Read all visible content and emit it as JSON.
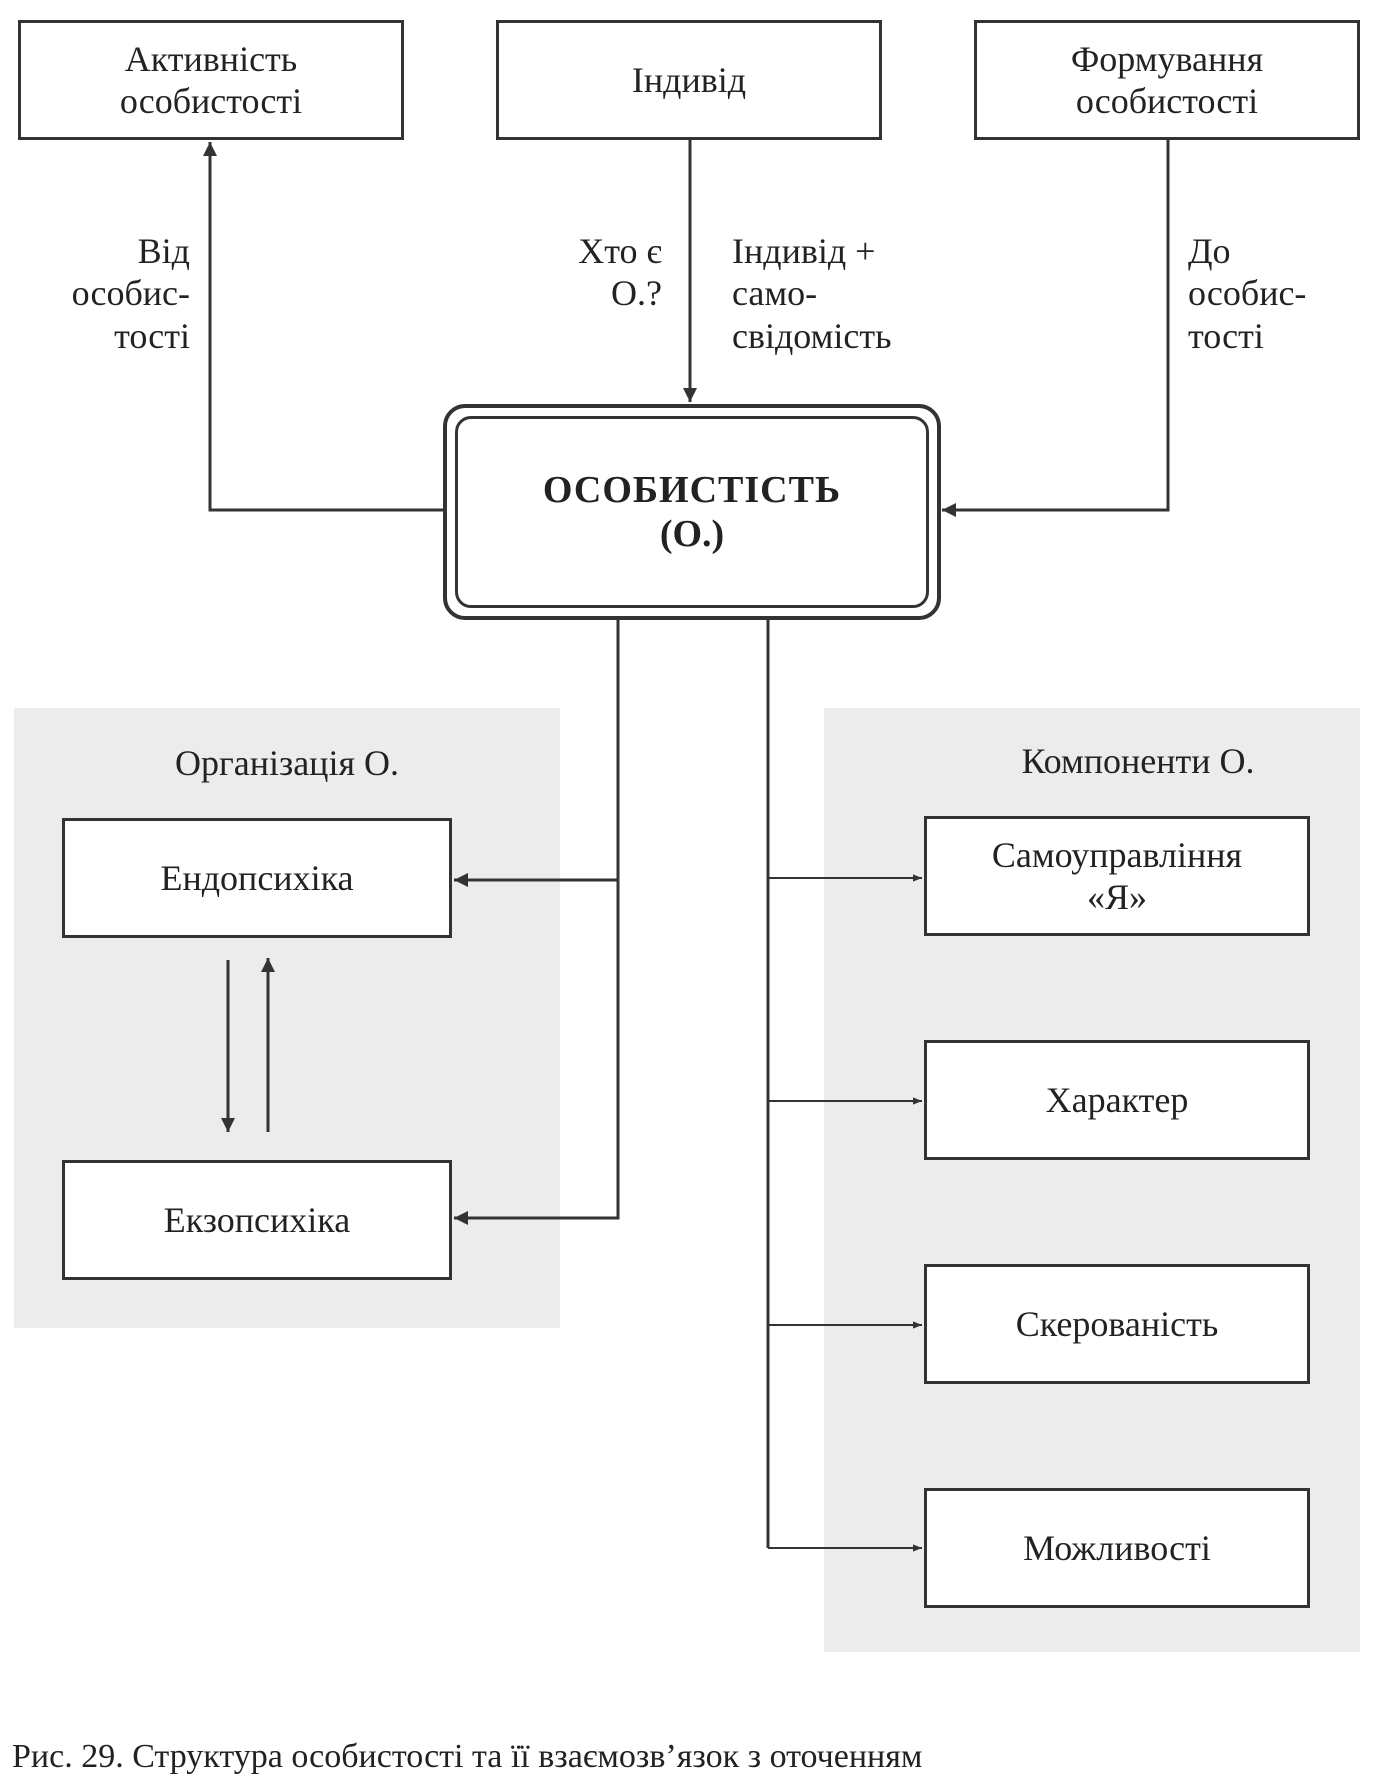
{
  "top_boxes": {
    "activity": "Активність\nособистості",
    "individual": "Індивід",
    "formation": "Формування\nособистості"
  },
  "edge_labels": {
    "from_personality": "Від\nособис-\nтості",
    "who_is": "Хто є\nО.?",
    "individual_plus": "Індивід +\nсамо-\nсвідомість",
    "to_personality": "До\nособис-\nтості"
  },
  "center": {
    "title": "ОСОБИСТІСТЬ",
    "subtitle": "(О.)"
  },
  "organization": {
    "title": "Організація О.",
    "items": [
      "Ендопсихіка",
      "Екзопсихіка"
    ]
  },
  "components": {
    "title": "Компоненти О.",
    "items": [
      "Самоуправління\n«Я»",
      "Характер",
      "Скерованість",
      "Можливості"
    ]
  },
  "caption": "Рис. 29. Структура особистості та її взаємозв’язок з оточенням",
  "colors": {
    "line": "#333333",
    "panel": "#ececec"
  }
}
